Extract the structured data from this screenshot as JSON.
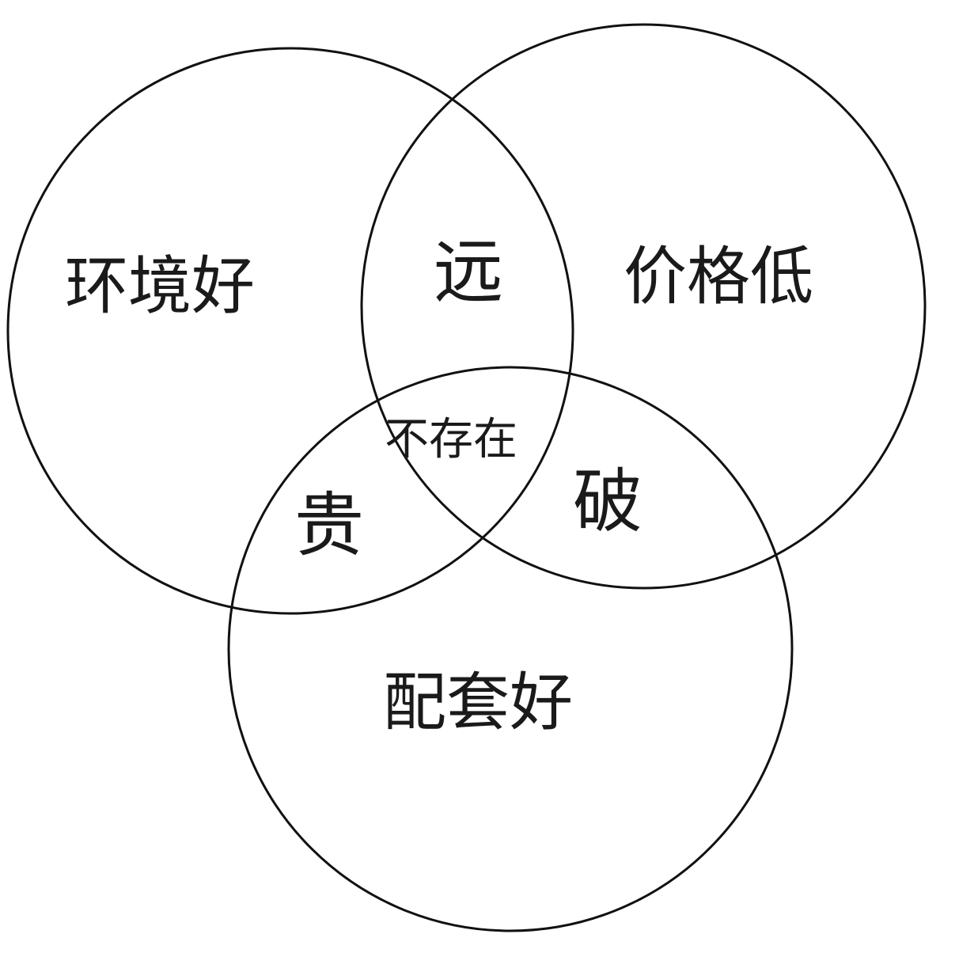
{
  "diagram": {
    "type": "venn",
    "sets": [
      {
        "id": "environment",
        "label": "环境好"
      },
      {
        "id": "price",
        "label": "价格低"
      },
      {
        "id": "amenities",
        "label": "配套好"
      }
    ],
    "intersections": {
      "environment_price": "远",
      "environment_amenities": "贵",
      "price_amenities": "破",
      "all_three": "不存在"
    },
    "stroke_color": "#111111",
    "background": "#ffffff"
  }
}
